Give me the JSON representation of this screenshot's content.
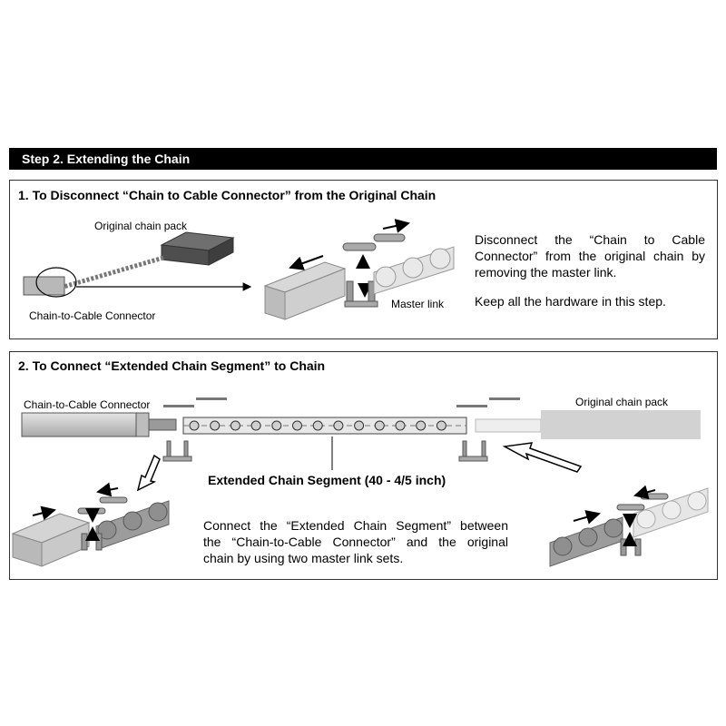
{
  "header": {
    "title": "Step 2. Extending the Chain"
  },
  "section1": {
    "title": "1. To Disconnect “Chain to Cable Connector” from the Original Chain",
    "label_pack": "Original chain pack",
    "label_connector": "Chain-to-Cable Connector",
    "label_master_link": "Master link",
    "paragraph1_line1": "Disconnect the “Chain to Cable",
    "paragraph1_line2": "Connector” from the original chain by",
    "paragraph1_line3": "removing the master link.",
    "paragraph2": "Keep all the hardware in this step."
  },
  "section2": {
    "title": "2. To Connect “Extended Chain Segment” to Chain",
    "label_connector": "Chain-to-Cable Connector",
    "label_pack": "Original chain pack",
    "label_segment": "Extended Chain Segment (40 - 4/5 inch)",
    "paragraph_line1": "Connect the “Extended Chain Segment” between",
    "paragraph_line2": "the “Chain-to-Cable Connector” and the original",
    "paragraph_line3": "chain by using two master link sets."
  }
}
